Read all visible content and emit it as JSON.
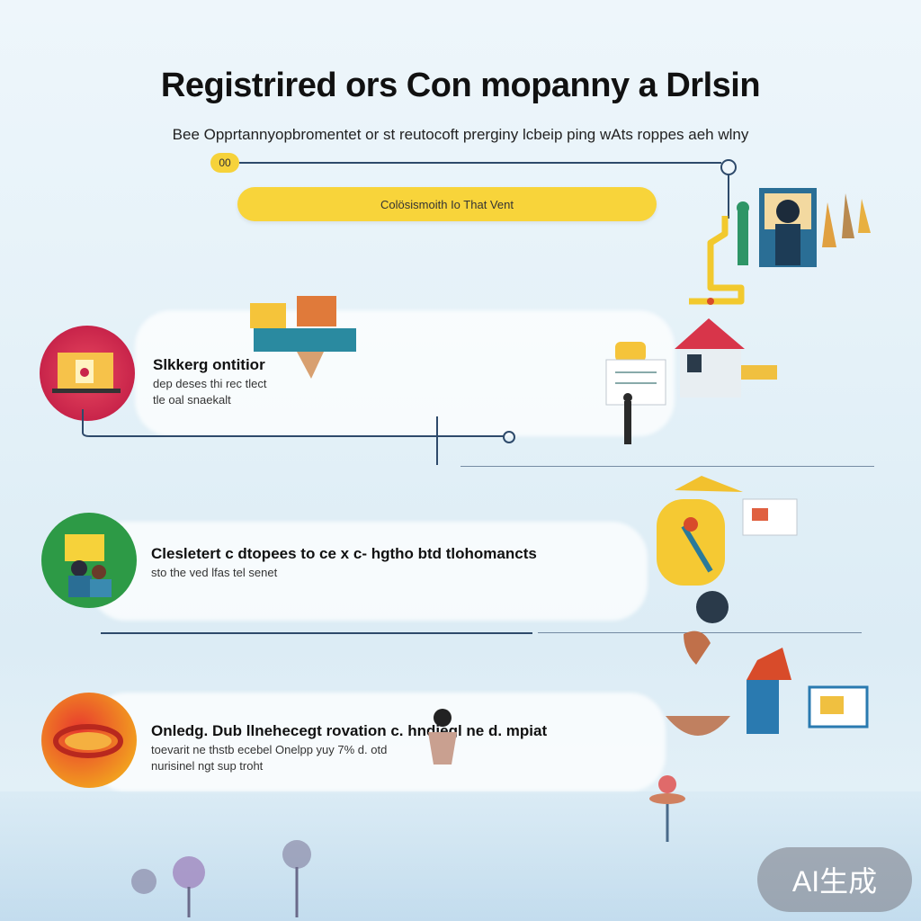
{
  "header": {
    "title": "Registrired ors Con mopanny a Drlsin",
    "subtitle": "Bee Opprtannyopbromentet or st reutocoft prerginy lcbeip ping wAts roppes aeh wlny"
  },
  "timeline": {
    "start_dot_label": "00",
    "pill_label": "Colösismoith Io That Vent"
  },
  "items": [
    {
      "title": "Slkkerg ontitior",
      "desc_line1": "dep deses thi rec tlect",
      "desc_line2": "tle oal snaekalt",
      "circle_color": "#c8244a"
    },
    {
      "title": "Clesletert c dtopees to ce x c- hgtho btd tlohomancts",
      "desc_line1": "sto the ved lfas tel senet",
      "circle_color": "#2d9a46"
    },
    {
      "title": "Onledg. Dub llnehecegt rovation c. hndiegl ne d. mpiat",
      "desc_line1": "toevarit ne thstb ecebel Onelpp yuy 7% d. otd",
      "desc_line2": "nurisinel ngt sup troht",
      "circle_color": "#f2a01f"
    }
  ],
  "badge": {
    "label": "AI生成"
  },
  "colors": {
    "accent_yellow": "#f8d43a",
    "line_navy": "#2e4a6b",
    "red": "#c8244a",
    "green": "#2d9a46",
    "orange": "#f2a01f"
  }
}
